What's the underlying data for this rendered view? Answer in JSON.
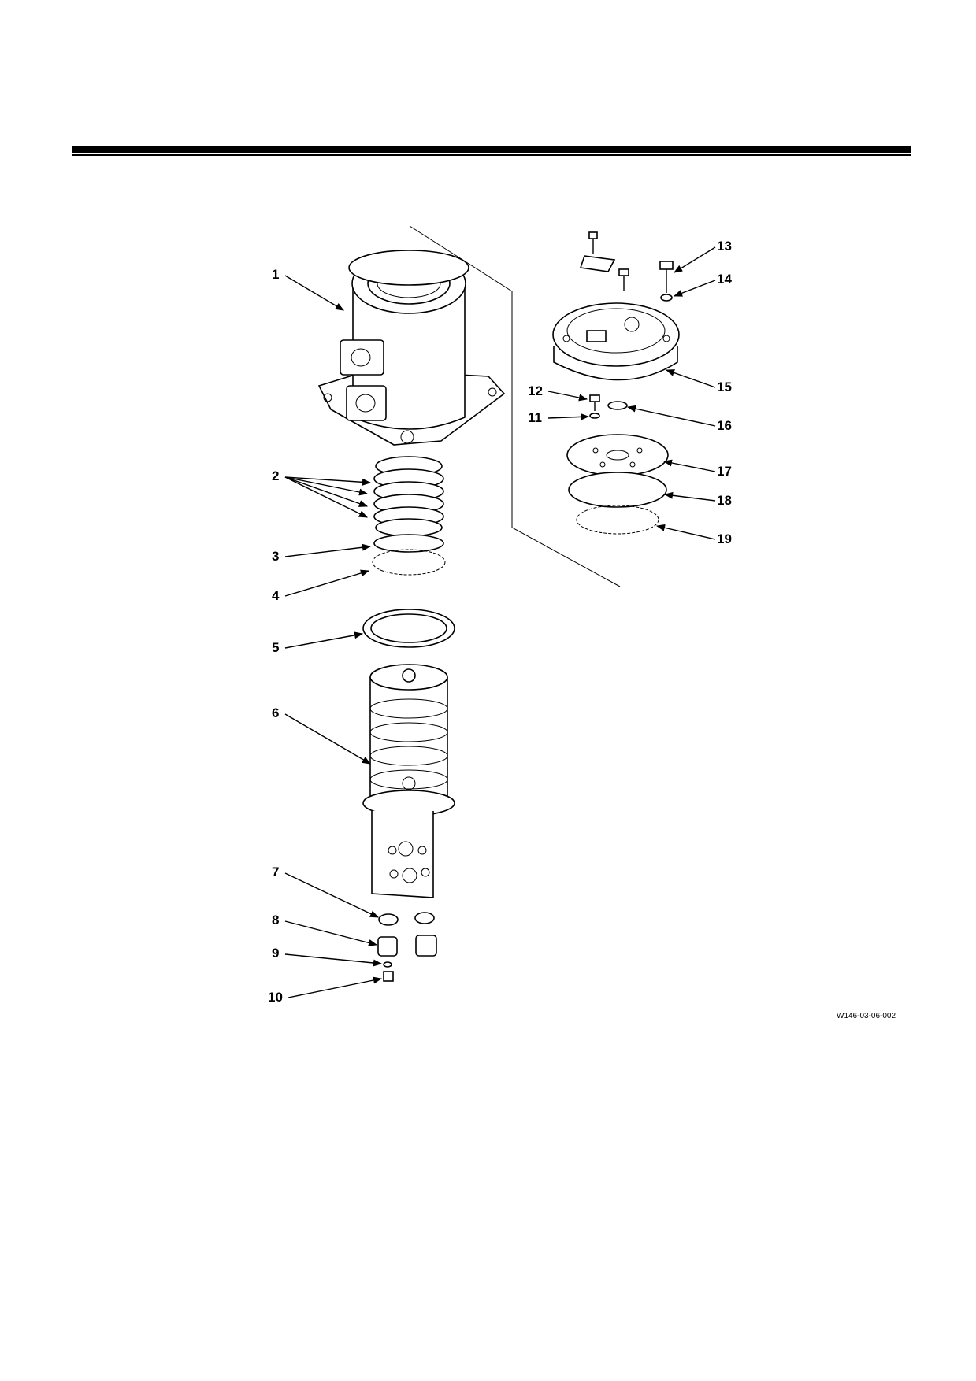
{
  "document": {
    "figure_id": "W146-03-06-002"
  },
  "callouts": [
    "1",
    "2",
    "3",
    "4",
    "5",
    "6",
    "7",
    "8",
    "9",
    "10",
    "11",
    "12",
    "13",
    "14",
    "15",
    "16",
    "17",
    "18",
    "19"
  ],
  "icons": [
    "exploded-assembly-drawing"
  ]
}
